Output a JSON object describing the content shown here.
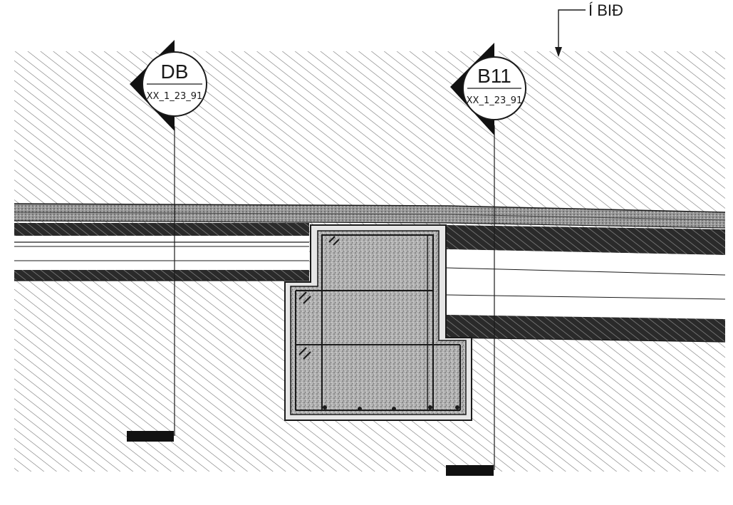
{
  "drawing": {
    "status_label": "Í BIÐ",
    "markers": [
      {
        "code": "DB",
        "ref": "XX_1_23_91"
      },
      {
        "code": "B11",
        "ref": "XX_1_23_91"
      }
    ]
  },
  "colors": {
    "ink": "#1a1a1a",
    "hatch": "#6a6a6a",
    "concrete": "#b8b8b8",
    "paper": "#ffffff"
  }
}
